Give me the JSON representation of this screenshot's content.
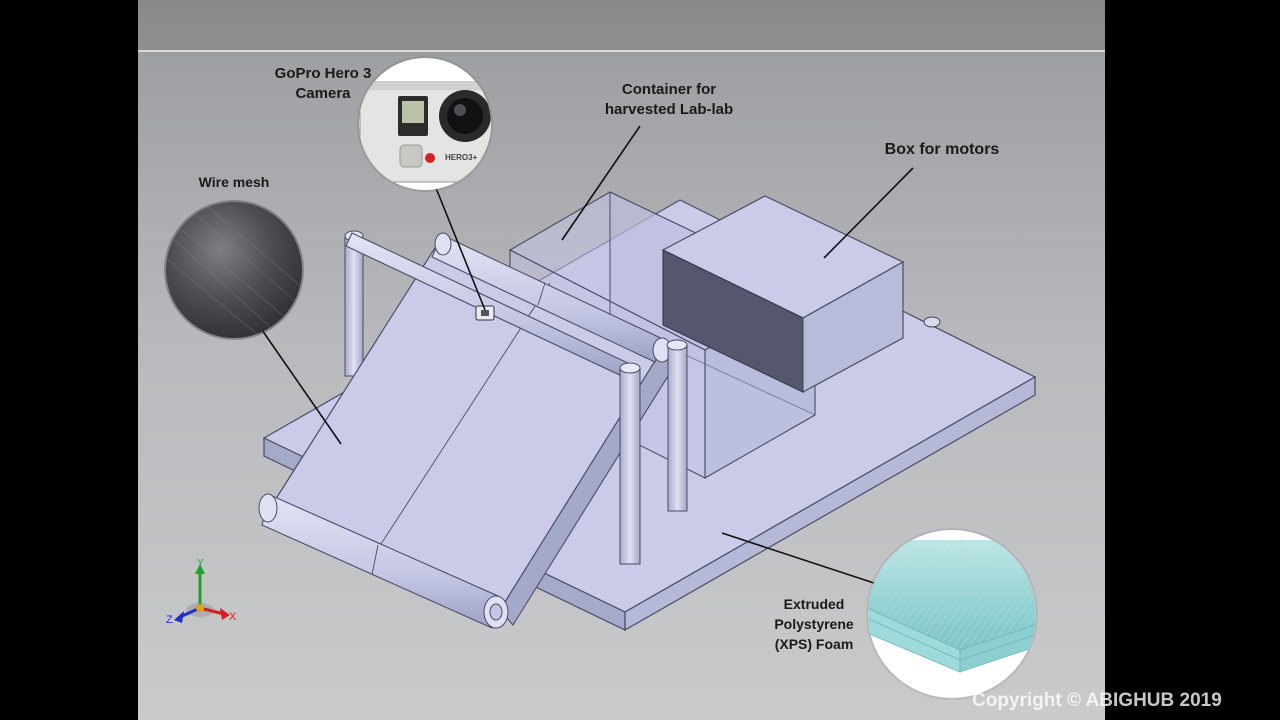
{
  "labels": {
    "camera": [
      "GoPro Hero 3",
      "Camera"
    ],
    "container": [
      "Container for",
      "harvested Lab-lab"
    ],
    "motors": "Box for motors",
    "wire_mesh": "Wire mesh",
    "foam": [
      "Extruded",
      "Polystyrene",
      "(XPS) Foam"
    ]
  },
  "camera_brand_text": "HERO3+",
  "axes": {
    "x": "X",
    "y": "Y",
    "z": "Z"
  },
  "copyright": "Copyright © ABIGHUB 2019",
  "colors": {
    "model_face": "#c8cae8",
    "model_edge": "#4a4c66",
    "slide_bg": "#b9babd",
    "foam": "#8fd3d5",
    "axis_x": "#d62020",
    "axis_y": "#22a02a",
    "axis_z": "#2030c8"
  }
}
